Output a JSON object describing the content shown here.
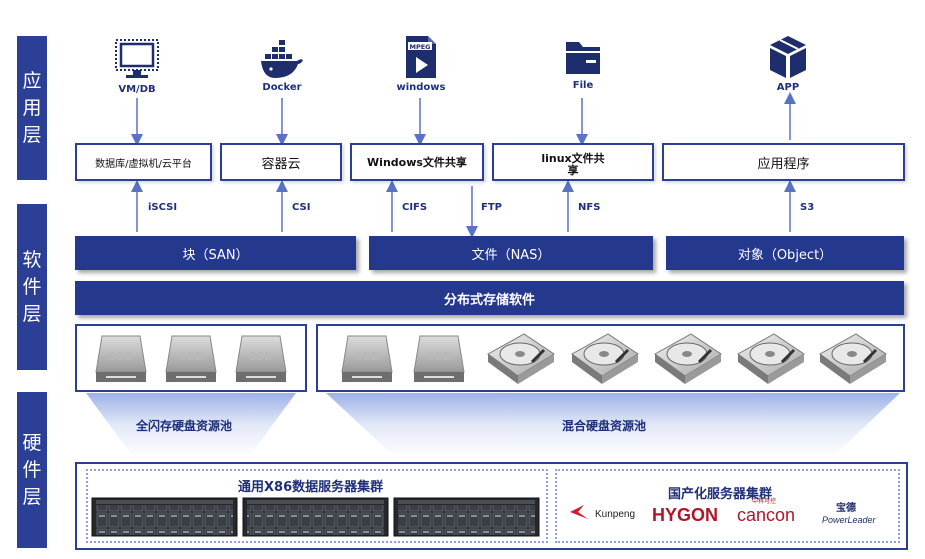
{
  "layers": {
    "app": [
      "应",
      "用",
      "层"
    ],
    "software": [
      "软",
      "件",
      "层"
    ],
    "hardware": [
      "硬",
      "件",
      "层"
    ]
  },
  "top_icons": [
    {
      "label": "VM/DB",
      "icon": "monitor-icon"
    },
    {
      "label": "Docker",
      "icon": "docker-whale-icon"
    },
    {
      "label": "windows",
      "icon": "mpeg-file-icon",
      "badge": "MPEG"
    },
    {
      "label": "File",
      "icon": "folder-icon"
    },
    {
      "label": "APP",
      "icon": "app-cube-icon"
    }
  ],
  "app_boxes": [
    "数据库/虚拟机/云平台",
    "容器云",
    "Windows文件共享",
    "linux文件共\n享",
    "应用程序"
  ],
  "protocols": [
    "iSCSI",
    "CSI",
    "CIFS",
    "FTP",
    "NFS",
    "S3"
  ],
  "storage_bars": [
    "块（SAN）",
    "文件（NAS）",
    "对象（Object）"
  ],
  "distributed": "分布式存储软件",
  "disk_labels": {
    "ssd": "SSD"
  },
  "pools": [
    "全闪存硬盘资源池",
    "混合硬盘资源池"
  ],
  "hardware": {
    "x86_title": "通用X86数据服务器集群",
    "domestic_title": "国产化服务器集群",
    "brands": [
      "Kunpeng",
      "HYGON",
      "cancon",
      "宝德",
      "PowerLeader"
    ],
    "cancon_sub": "中科可控"
  },
  "colors": {
    "primary": "#24388e",
    "accent": "#2a3f95",
    "dashed": "#8fa2d8",
    "hygon": "#b0162a",
    "kunpeng": "#d11a2a"
  }
}
